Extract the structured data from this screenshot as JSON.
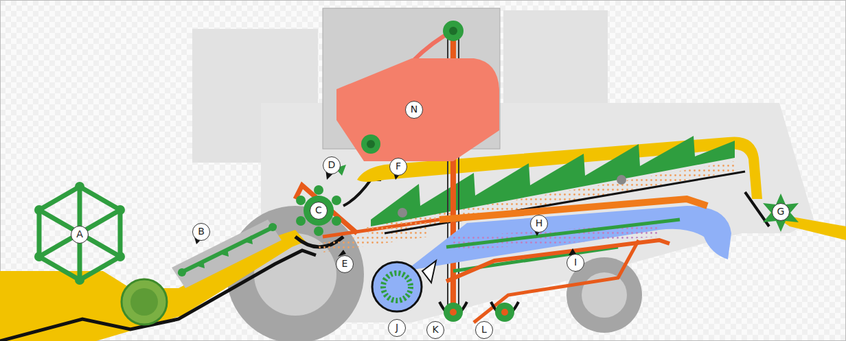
{
  "diagram": {
    "labels": [
      "A",
      "B",
      "C",
      "D",
      "E",
      "F",
      "G",
      "H",
      "I",
      "J",
      "K",
      "L",
      "N"
    ]
  }
}
